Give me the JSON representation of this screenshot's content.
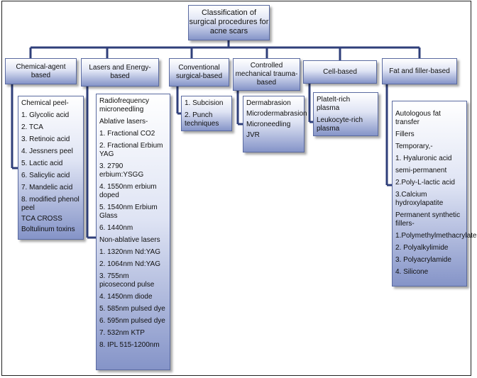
{
  "root": "Classification of surgical procedures for acne scars",
  "categories": [
    {
      "label": "Chemical-agent based",
      "items": [
        "Chemical peel-",
        "1. Glycolic acid",
        "2. TCA",
        "3. Retinoic acid",
        "4. Jessners peel",
        "5. Lactic acid",
        "6. Salicylic acid",
        "7. Mandelic acid",
        "8. modified phenol peel",
        "TCA CROSS",
        "Boltulinum toxins"
      ]
    },
    {
      "label": "Lasers and Energy-based",
      "items": [
        "Radiofrequency microneedling",
        "Ablative lasers-",
        "1. Fractional CO2",
        "2. Fractional Erbium YAG",
        "3. 2790 erbium:YSGG",
        "4. 1550nm erbium doped",
        "5. 1540nm Erbium Glass",
        "6. 1440nm",
        "Non-ablative lasers",
        "1. 1320nm Nd:YAG",
        "2. 1064nm Nd:YAG",
        "3. 755nm picosecond pulse",
        "4. 1450nm diode",
        "5. 585nm pulsed dye",
        "6. 595nm pulsed dye",
        "7. 532nm KTP",
        "8. IPL 515-1200nm"
      ]
    },
    {
      "label": "Conventional surgical-based",
      "items": [
        "1. Subcision",
        "2. Punch techniques"
      ]
    },
    {
      "label": "Controlled mechanical trauma-based",
      "items": [
        "Dermabrasion",
        "Microdermabrasion",
        "Microneedling",
        "JVR"
      ]
    },
    {
      "label": "Cell-based",
      "items": [
        "Platelt-rich plasma",
        "Leukocyte-rich plasma"
      ]
    },
    {
      "label": "Fat and filler-based",
      "items": [
        "Autologous fat transfer",
        "Fillers",
        "Temporary,-",
        "1. Hyaluronic acid",
        "semi-permanent",
        "2.Poly-L-lactic acid",
        "3.Calcium hydroxylapatite",
        "Permanent synthetic fillers-",
        "1.Polymethylmethacrylate",
        "2. Polyalkylimide",
        "3. Polyacrylamide",
        "4. Silicone"
      ]
    }
  ]
}
